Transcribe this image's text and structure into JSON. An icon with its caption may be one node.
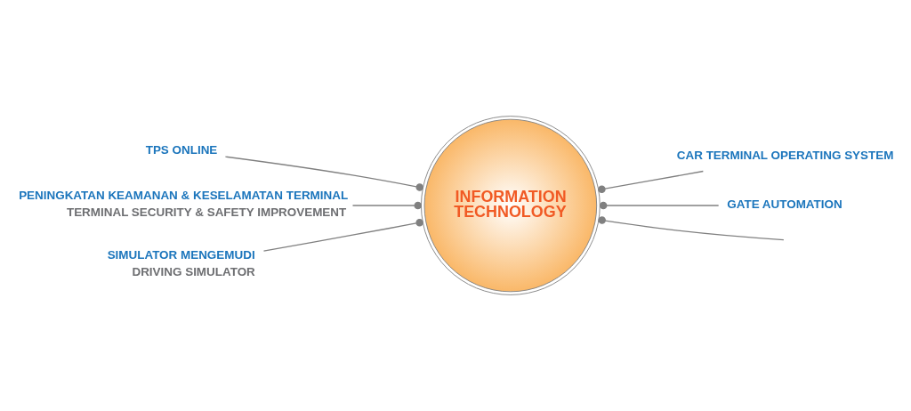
{
  "diagram": {
    "nodes": [
      {
        "text": [
          "INFORMATION TECHNOLOGY"
        ]
      },
      {
        "text": [
          "TPS ONLINE"
        ]
      },
      {
        "text": [
          "CAR TERMINAL OPERATING SYSTEM"
        ]
      },
      {
        "text": [
          "PENINGKATAN KEAMANAN & KESELAMATAN TERMINAL",
          "TERMINAL SECURITY & SAFETY IMPROVEMENT"
        ]
      },
      {
        "text": [
          "SIMULATOR MENGEMUDI",
          "DRIVING SIMULATOR"
        ]
      },
      {
        "text": [
          "GATE AUTOMATION"
        ]
      }
    ],
    "edges": [
      {
        "from": 0,
        "to": 1,
        "arrow": "other"
      },
      {
        "from": 0,
        "to": 2,
        "arrow": "other"
      },
      {
        "from": 0,
        "to": 3,
        "arrow": "other"
      },
      {
        "from": 0,
        "to": null,
        "arrow": "other"
      },
      {
        "from": 0,
        "to": 4,
        "arrow": "other"
      },
      {
        "from": 0,
        "to": 5,
        "arrow": "other"
      }
    ]
  }
}
